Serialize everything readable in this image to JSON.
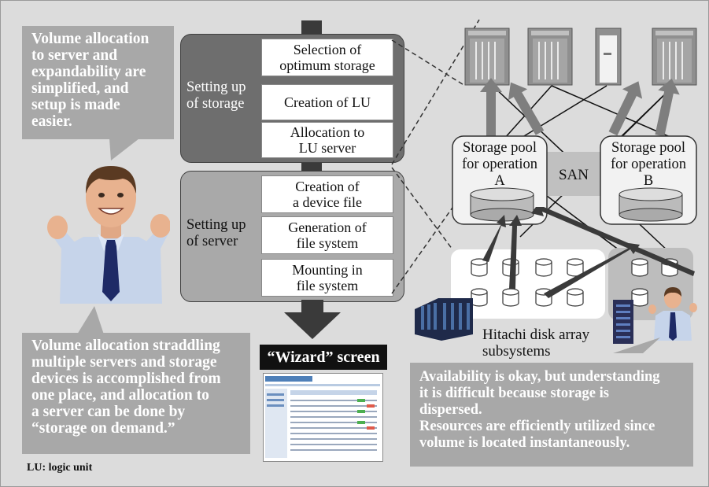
{
  "bubbles": {
    "top_left": [
      "Volume allocation",
      "to server and",
      "expandability are",
      "simplified, and",
      "setup is made",
      "easier."
    ],
    "bottom_left": [
      "Volume allocation straddling",
      "multiple servers and storage",
      "devices is accomplished from",
      "one place, and allocation to",
      "a server can be done by",
      "“storage on demand.”"
    ],
    "bottom_right": [
      "Availability is okay, but understanding",
      "it is difficult because storage is",
      "dispersed.",
      "Resources are efficiently utilized since",
      "volume is located instantaneously."
    ]
  },
  "storage_setup": {
    "label": [
      "Setting up",
      "of storage"
    ],
    "steps": [
      [
        "Selection of",
        "optimum storage"
      ],
      [
        "Creation of LU"
      ],
      [
        "Allocation to",
        "LU server"
      ]
    ]
  },
  "server_setup": {
    "label": [
      "Setting up",
      "of server"
    ],
    "steps": [
      [
        "Creation of",
        "a device file"
      ],
      [
        "Generation of",
        "file system"
      ],
      [
        "Mounting in",
        "file system"
      ]
    ]
  },
  "wizard": {
    "title": "“Wizard” screen"
  },
  "network": {
    "pool_a": [
      "Storage pool",
      "for operation",
      "A"
    ],
    "pool_b": [
      "Storage pool",
      "for operation",
      "B"
    ],
    "san": "SAN",
    "disk_array": [
      "Hitachi disk array",
      "subsystems"
    ]
  },
  "footnote": "LU: logic unit",
  "colors": {
    "background": "#dcdcdc",
    "bubble": "#a8a8a8",
    "storage_panel": "#6e6e6e",
    "server_panel": "#a9a9a9",
    "arrow": "#3a3a3a"
  },
  "icons": {
    "person": "businessman-cheering-icon",
    "server": "rack-server-icon",
    "disk": "disk-cylinder-icon",
    "disk_array": "disk-array-cabinet-icon"
  }
}
